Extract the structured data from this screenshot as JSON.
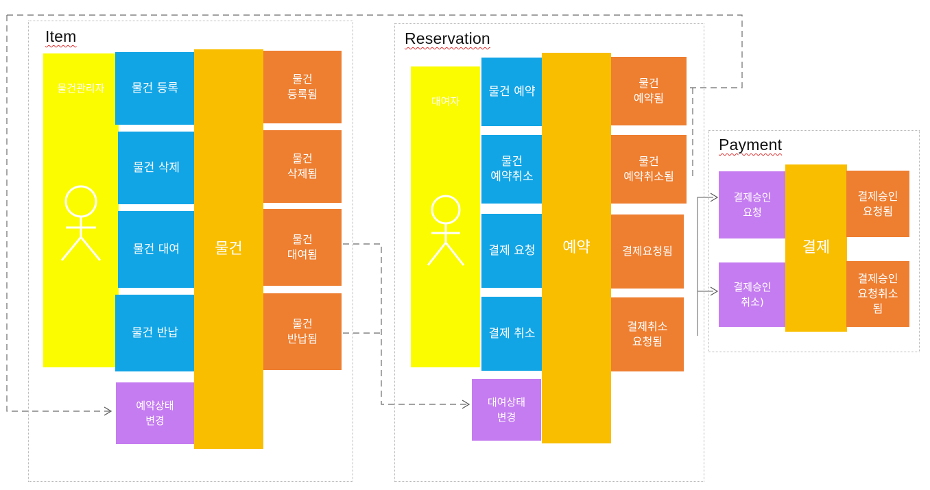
{
  "item": {
    "title": "Item",
    "actor": "물건관리자",
    "commands": [
      "물건 등록",
      "물건 삭제",
      "물건 대여",
      "물건 반납"
    ],
    "aggregate": "물건",
    "events": [
      "물건\n등록됨",
      "물건\n삭제됨",
      "물건\n대여됨",
      "물건\n반납됨"
    ],
    "policy": "예약상태\n변경"
  },
  "reservation": {
    "title": "Reservation",
    "actor": "대여자",
    "commands": [
      "물건 예약",
      "물건\n예약취소",
      "결제 요청",
      "결제 취소"
    ],
    "aggregate": "예약",
    "events": [
      "물건\n예약됨",
      "물건\n예약취소됨",
      "결제요청됨",
      "결제취소\n요청됨"
    ],
    "policy": "대여상태\n변경"
  },
  "payment": {
    "title": "Payment",
    "policies": [
      "결제승인\n요청",
      "결제승인\n취소)"
    ],
    "aggregate": "결제",
    "events": [
      "결제승인\n요청됨",
      "결제승인\n요청취소\n됨"
    ]
  },
  "colors": {
    "actor": "#fcfc00",
    "command": "#12a5e6",
    "aggregate": "#f9be00",
    "event": "#ee7e30",
    "policy": "#c57cf0"
  },
  "icons": [
    "stick-figure-icon",
    "arrow-head-icon"
  ]
}
